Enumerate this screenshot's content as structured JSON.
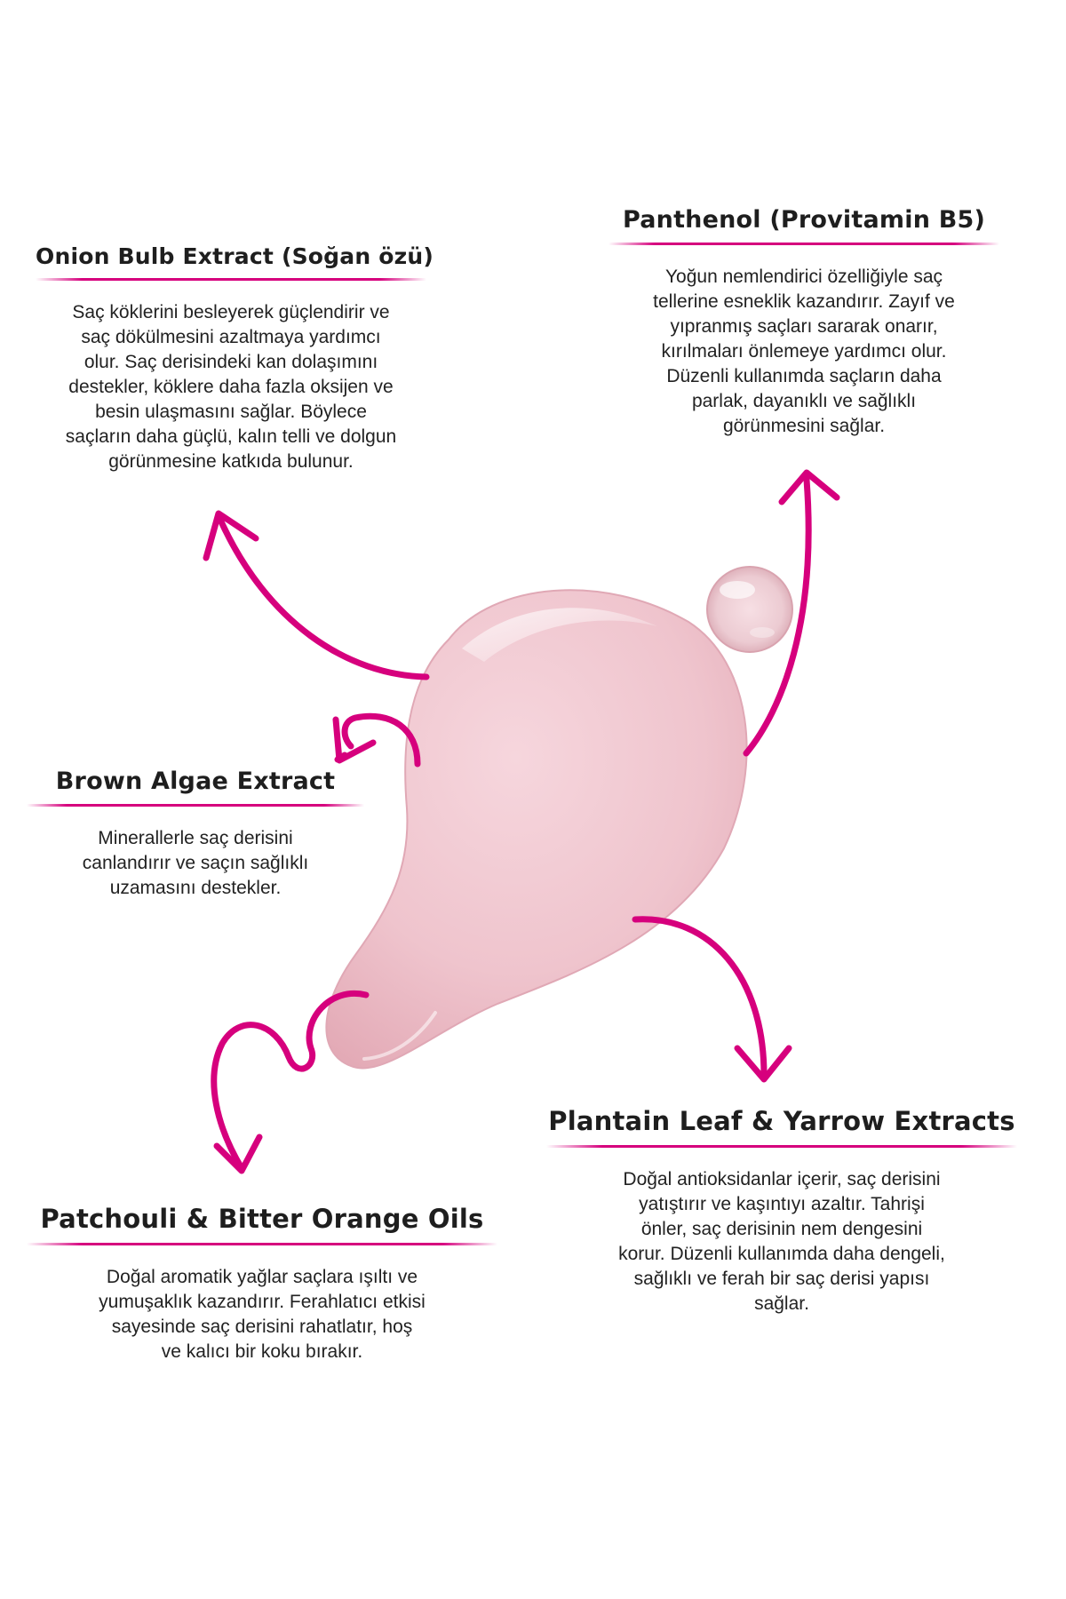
{
  "colors": {
    "accent": "#d6007d",
    "drop_fill": "#f1c9d2",
    "text": "#1e1e1e"
  },
  "sections": {
    "onion": {
      "title": "Onion Bulb Extract (Soğan özü)",
      "lines": [
        "Saç köklerini besleyerek güçlendirir ve",
        "saç dökülmesini azaltmaya yardımcı",
        "olur. Saç derisindeki kan dolaşımını",
        "destekler, köklere daha fazla oksijen ve",
        "besin ulaşmasını sağlar. Böylece",
        "saçların daha güçlü, kalın telli ve dolgun",
        "görünmesine katkıda bulunur."
      ]
    },
    "panthenol": {
      "title": "Panthenol (Provitamin B5)",
      "lines": [
        "Yoğun nemlendirici özelliğiyle saç",
        "tellerine esneklik kazandırır. Zayıf ve",
        "yıpranmış saçları sararak onarır,",
        "kırılmaları önlemeye yardımcı olur.",
        "Düzenli kullanımda saçların daha",
        "parlak, dayanıklı ve sağlıklı",
        "görünmesini sağlar."
      ]
    },
    "algae": {
      "title": "Brown Algae Extract",
      "lines": [
        "Minerallerle saç derisini",
        "canlandırır ve saçın sağlıklı",
        "uzamasını destekler."
      ]
    },
    "plantain": {
      "title": "Plantain Leaf & Yarrow Extracts",
      "lines": [
        "Doğal antioksidanlar içerir, saç derisini",
        "yatıştırır ve kaşıntıyı azaltır. Tahrişi",
        "önler, saç derisinin nem dengesini",
        "korur. Düzenli kullanımda daha dengeli,",
        "sağlıklı ve ferah bir saç derisi yapısı",
        "sağlar."
      ]
    },
    "patchouli": {
      "title": "Patchouli & Bitter Orange Oils",
      "lines": [
        "Doğal aromatik yağlar saçlara ışıltı ve",
        "yumuşaklık kazandırır. Ferahlatıcı etkisi",
        "sayesinde saç derisini rahatlatır, hoş",
        "ve kalıcı bir koku bırakır."
      ]
    }
  }
}
